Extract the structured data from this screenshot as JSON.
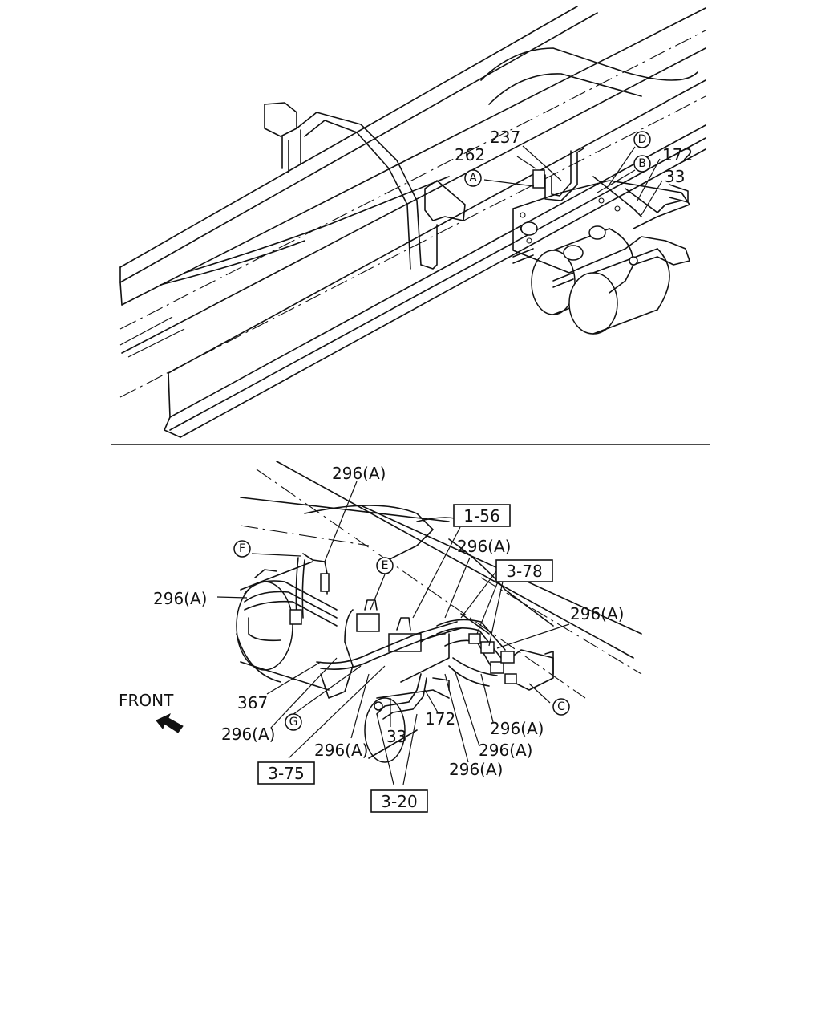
{
  "top_view": {
    "labels": {
      "p237": "237",
      "p262": "262",
      "p172": "172",
      "p33": "33"
    },
    "callouts": {
      "A": "A",
      "B": "B",
      "D": "D"
    }
  },
  "bottom_view": {
    "labels": {
      "p296_top": "296(A)",
      "p296_upper_mid": "296(A)",
      "p296_left": "296(A)",
      "p296_right": "296(A)",
      "p367": "367",
      "p296_lower_left": "296(A)",
      "p296_lower_mid": "296(A)",
      "p33": "33",
      "p172": "172",
      "p296_lower_r1": "296(A)",
      "p296_lower_r2": "296(A)",
      "p296_lower_r3": "296(A)",
      "front": "FRONT"
    },
    "refs": {
      "r156": "1-56",
      "r378": "3-78",
      "r375": "3-75",
      "r320": "3-20"
    },
    "callouts": {
      "F": "F",
      "E": "E",
      "G": "G",
      "C": "C"
    }
  }
}
